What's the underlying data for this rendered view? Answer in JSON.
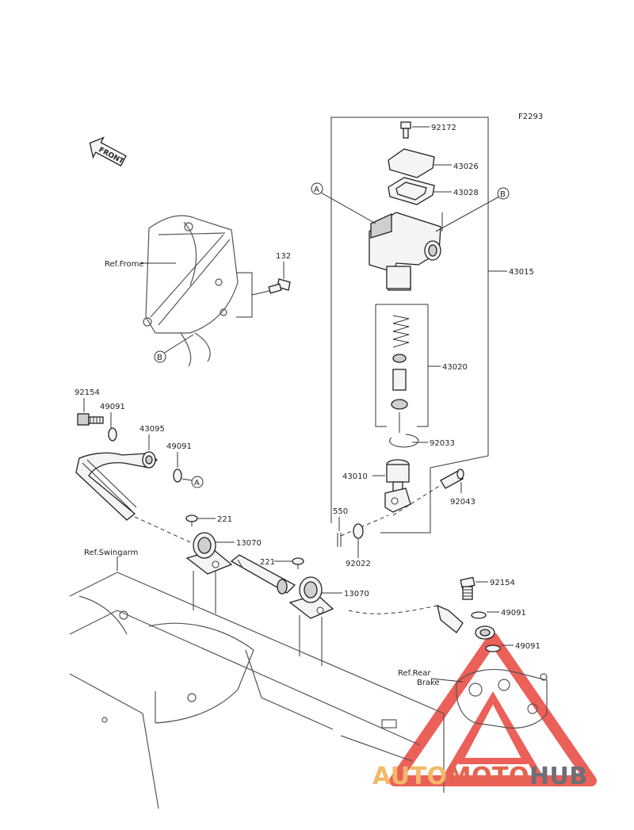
{
  "figure_code": "F2293",
  "front_label": "FRONT",
  "ref_labels": {
    "frame": "Ref.Frome",
    "swingarm": "Ref.Swingarm",
    "rear_brake_line1": "Ref.Rear",
    "rear_brake_line2": "Brake"
  },
  "callouts": {
    "a": "A",
    "b": "B"
  },
  "parts": {
    "p92172": "92172",
    "p43026": "43026",
    "p43028": "43028",
    "p43015": "43015",
    "p43020": "43020",
    "p92033": "92033",
    "p43010": "43010",
    "p92043": "92043",
    "p550": "550",
    "p92022": "92022",
    "p132": "132",
    "p92154_left": "92154",
    "p49091_left_1": "49091",
    "p43095": "43095",
    "p49091_left_2": "49091",
    "p221_1": "221",
    "p13070_1": "13070",
    "p221_2": "221",
    "p13070_2": "13070",
    "p92154_right": "92154",
    "p49091_right_1": "49091",
    "p49091_right_2": "49091"
  },
  "watermark": {
    "part1": "AUTO",
    "part2": "MOTO",
    "part3": "HUB",
    "colors": {
      "auto": "#f2b968",
      "moto": "#e3654f",
      "hub": "#6b6f78",
      "triangle": "#e8453c"
    }
  }
}
